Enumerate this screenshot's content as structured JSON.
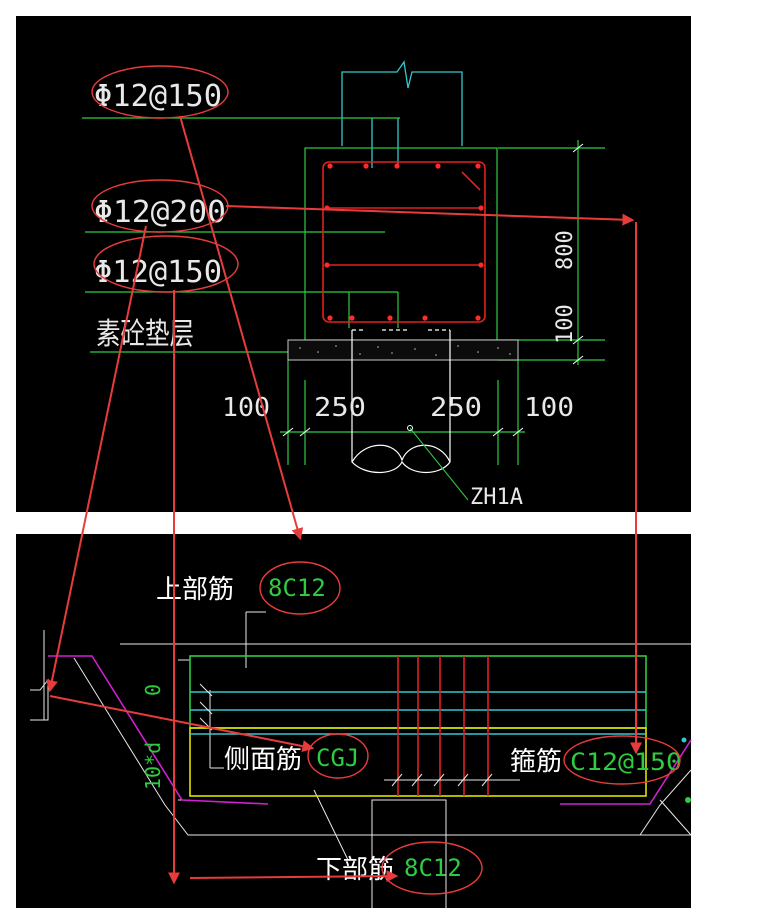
{
  "top_panel": {
    "labels": {
      "top_bar": "Φ12@150",
      "middle_bar": "Φ12@200",
      "lower_bar": "Φ12@150",
      "cushion": "素砼垫层"
    },
    "dims": {
      "height_800": "800",
      "height_100": "100",
      "left_100": "100",
      "left_250": "250",
      "right_250": "250",
      "right_100": "100"
    },
    "pile_tag": "ZH1A"
  },
  "bottom_panel": {
    "top_rebar_label": "上部筋",
    "top_rebar_value": "8C12",
    "side_rebar_label": "侧面筋",
    "side_rebar_value": "CGJ",
    "stirrup_label": "箍筋",
    "stirrup_value": "C12@150",
    "bottom_rebar_label": "下部筋",
    "bottom_rebar_value": "8C12",
    "dim_zero": "0",
    "dim_10d": "10*d"
  },
  "colors": {
    "cad_bg": "#000000",
    "annotation_red": "#e83c3c",
    "rebar_green": "#2ecc40",
    "cyan": "#33c8d0",
    "magenta": "#d020d0",
    "yellow": "#e0e000"
  }
}
